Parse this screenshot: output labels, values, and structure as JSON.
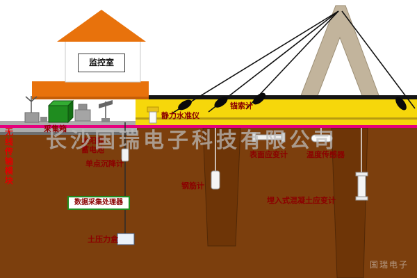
{
  "watermark": {
    "center": "长沙国瑞电子科技有限公司",
    "corner": "国瑞电子"
  },
  "building": {
    "room_label": "监控室"
  },
  "labels": {
    "wireless_module": "无线传输模块",
    "collection_box": "采集箱",
    "solar_battery": "太阳能蓄电池",
    "single_point_settlement": "单点沉降计",
    "data_processor": "数据采集处理器",
    "earth_pressure_cell": "土压力盒",
    "static_level": "静力水准仪",
    "anchor_cable_gauge": "锚索计",
    "rebar_gauge": "钢筋计",
    "surface_strain_gauge": "表面应变计",
    "temperature_sensor": "温度传感器",
    "embedded_concrete_strain_gauge": "埋入式混凝土应变计"
  },
  "icons": {
    "antenna-icon": "wireless antenna mast",
    "collection-box-icon": "green 3D equipment box",
    "solar-panel-icon": "solar battery panel on pole",
    "static-level-icon": "yellow/white level gauge",
    "anchor-gauge-icon": "black oval sensor on stay cable",
    "rebar-gauge-icon": "white cylinder sensor in pier",
    "surface-strain-icon": "white bar gauge under deck",
    "temperature-sensor-icon": "white capsule under deck",
    "embedded-strain-icon": "white dumbbell strain gauge",
    "earth-pressure-icon": "small pale box at line end"
  },
  "colors": {
    "deck_yellow": "#F6D70B",
    "ground_brown": "#7C3F0D",
    "pier_brown": "#6E3507",
    "structure_orange": "#E8720C",
    "tower_tan": "#C2B49C",
    "accent_magenta": "#E6007E",
    "road_gray": "#ACACAC",
    "label_dark_red": "#8B0000",
    "label_bright_red": "#E00000",
    "equipment_green": "#1F8C1F"
  }
}
